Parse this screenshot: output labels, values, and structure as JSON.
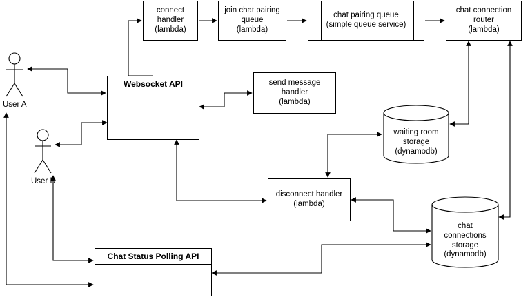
{
  "actors": {
    "user_a": "User A",
    "user_b": "User B"
  },
  "apis": {
    "websocket": "Websocket API",
    "polling": "Chat Status Polling API"
  },
  "handlers": {
    "connect": "connect\nhandler\n(lambda)",
    "join_queue": "join chat pairing\nqueue\n(lambda)",
    "pairing_queue": "chat pairing queue\n(simple queue service)",
    "router": "chat connection\nrouter\n(lambda)",
    "send_message": "send message\nhandler\n(lambda)",
    "disconnect": "disconnect handler\n(lambda)"
  },
  "storage": {
    "waiting_room": "waiting room\nstorage\n(dynamodb)",
    "connections": "chat\nconnections\nstorage\n(dynamodb)"
  },
  "colors": {
    "stroke": "#000000",
    "background": "#ffffff"
  }
}
